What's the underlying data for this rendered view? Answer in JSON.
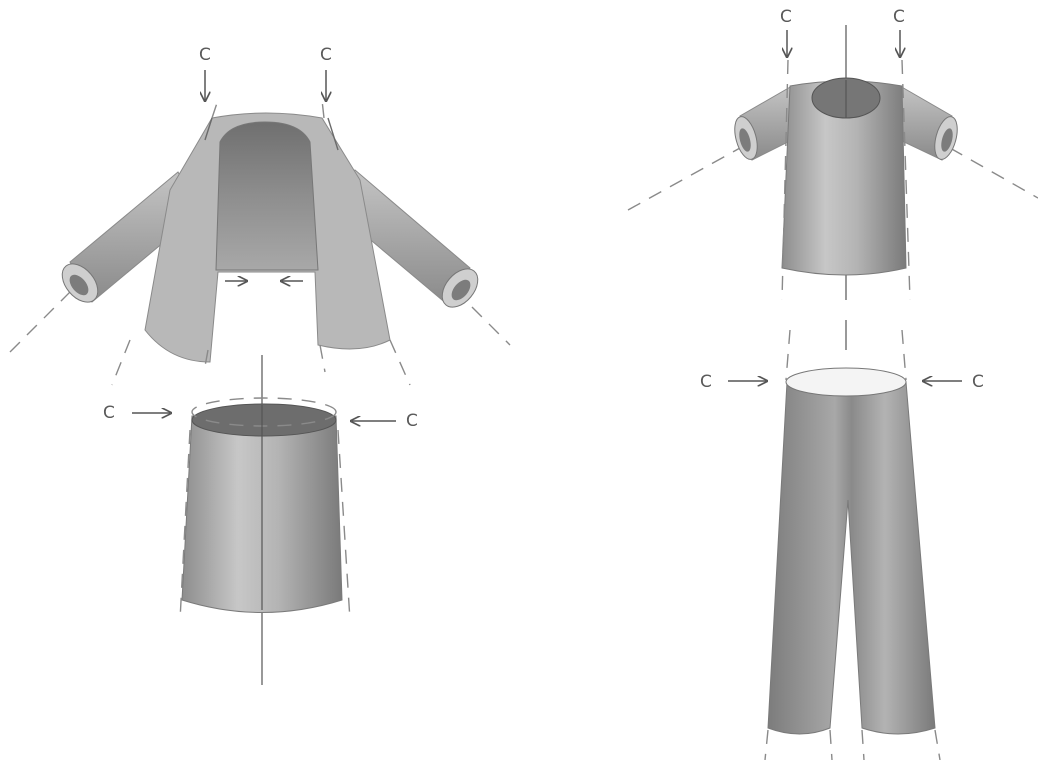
{
  "labels": {
    "jacket_left": "C",
    "jacket_right": "C",
    "skirt_left": "C",
    "skirt_right": "C",
    "shirt_left": "C",
    "shirt_right": "C",
    "pants_left": "C",
    "pants_right": "C"
  },
  "colors": {
    "paper": "#ffffff",
    "pencil_dark": "#6e6e6e",
    "pencil_mid": "#9a9a9a",
    "pencil_light": "#cfcfcf",
    "line": "#555555"
  }
}
